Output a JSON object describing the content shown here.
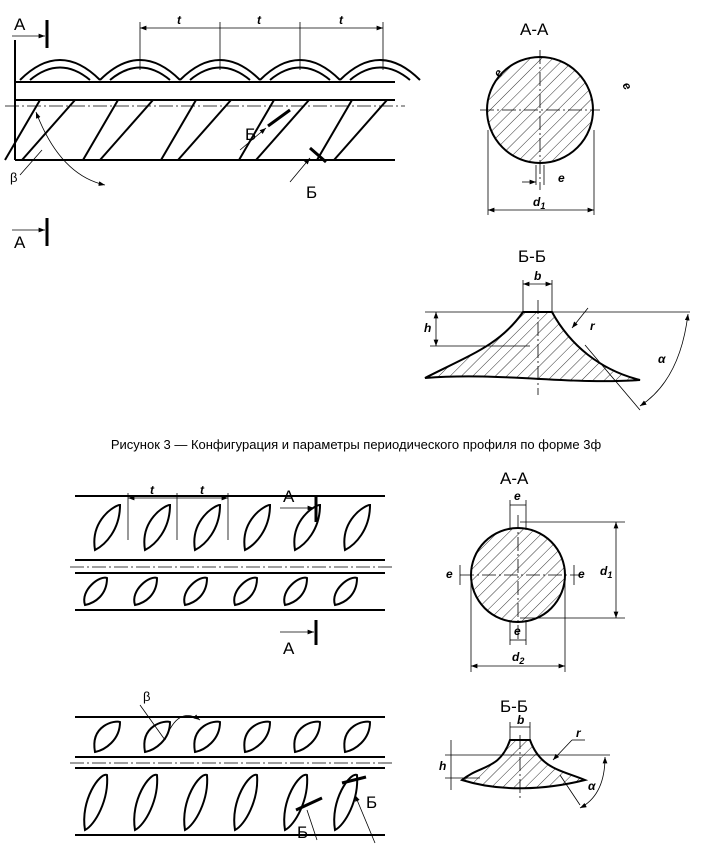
{
  "caption": "Рисунок 3 — Конфигурация и параметры периодического профиля по форме 3ф",
  "labels": {
    "section_a": "А",
    "section_b": "Б",
    "section_aa": "А-А",
    "section_bb": "Б-Б",
    "pitch": "t",
    "rib_offset": "e",
    "diameter": "d",
    "sub1": "1",
    "sub2": "2",
    "rib_width": "b",
    "rib_height": "h",
    "radius": "r",
    "rib_angle": "α",
    "inclination_angle": "β"
  }
}
